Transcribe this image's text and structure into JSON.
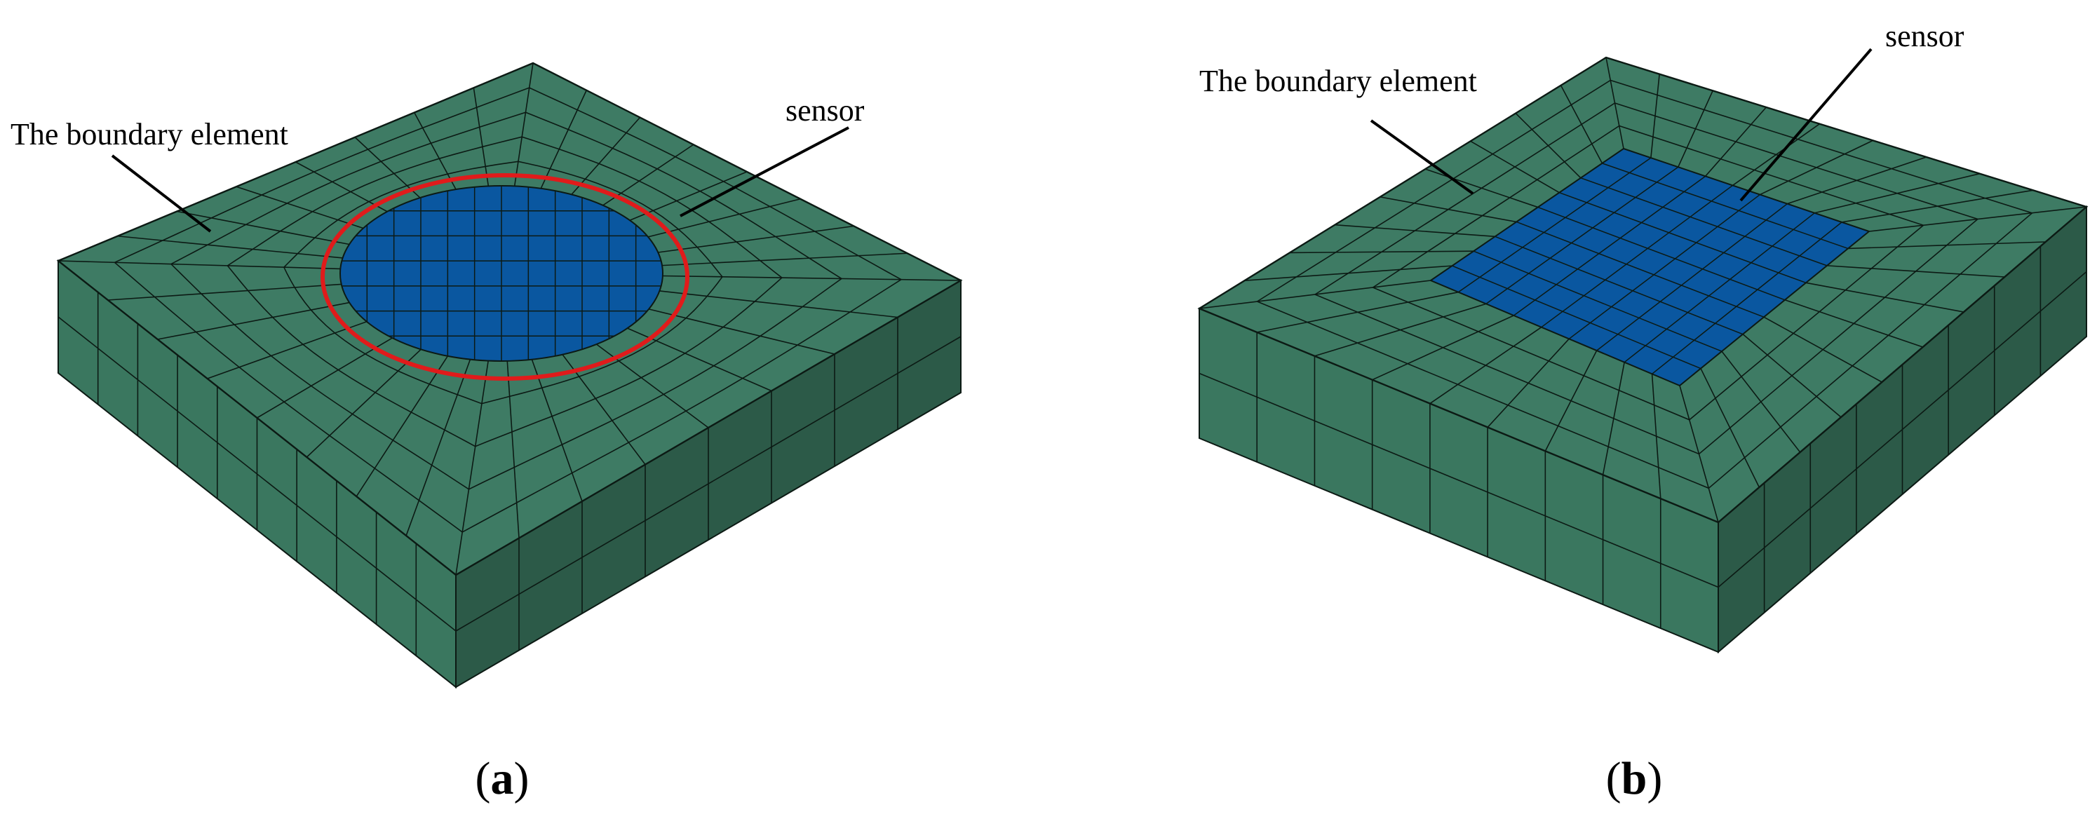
{
  "figure": {
    "panel_a": {
      "caption_open": "(",
      "caption_letter": "a",
      "caption_close": ")",
      "label_boundary": "The boundary element",
      "label_sensor": "sensor",
      "sensor_shape": "circle",
      "highlight_ring": true
    },
    "panel_b": {
      "caption_open": "(",
      "caption_letter": "b",
      "caption_close": ")",
      "label_boundary": "The boundary element",
      "label_sensor": "sensor",
      "sensor_shape": "square"
    },
    "colors": {
      "mesh_top": "#3e7b64",
      "mesh_side_left": "#3a775f",
      "mesh_side_right": "#2c5a48",
      "sensor": "#0a57a0",
      "mesh_line": "#0c1a14",
      "ring": "#e01b1b",
      "leader": "#000000"
    }
  }
}
